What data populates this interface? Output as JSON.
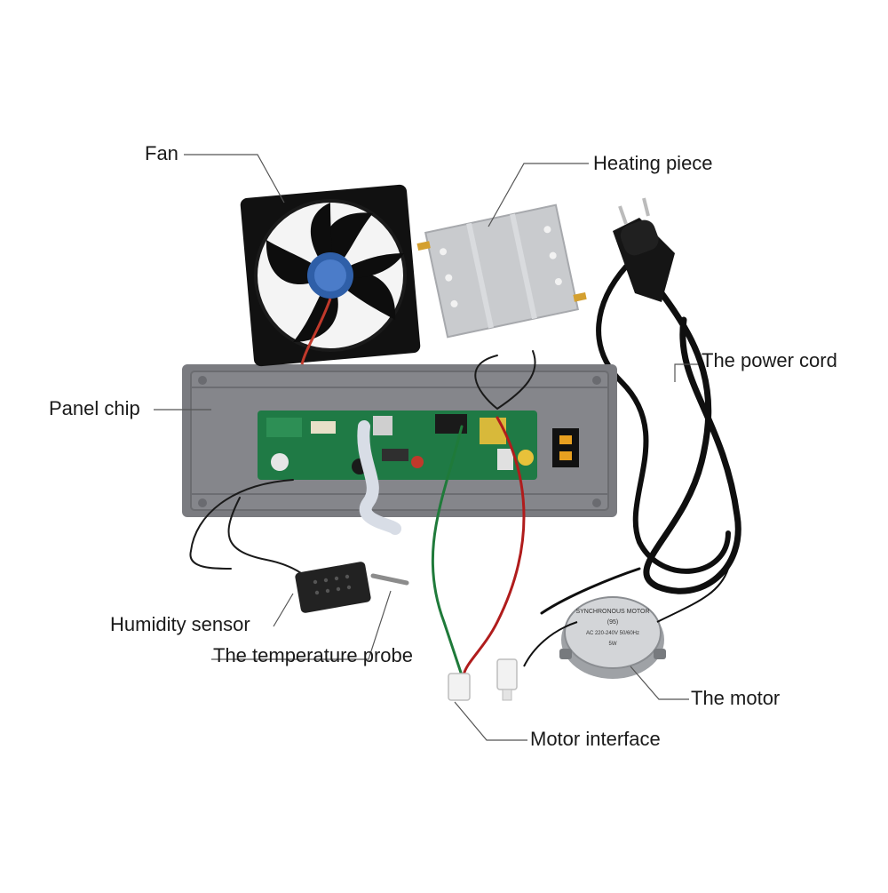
{
  "labels": {
    "fan": "Fan",
    "heating_piece": "Heating piece",
    "power_cord": "The power cord",
    "panel_chip": "Panel chip",
    "humidity_sensor": "Humidity sensor",
    "temperature_probe": "The temperature probe",
    "motor": "The motor",
    "motor_interface": "Motor interface"
  },
  "motor_print": {
    "title": "SYNCHRONOUS MOTOR",
    "badge": "(95)",
    "spec1": "AC 220-240V 50/60Hz",
    "spec2": "5W"
  },
  "colors": {
    "panel": "#7a7b80",
    "pcb": "#1f7a45",
    "fan": "#111111",
    "heater": "#c9cbce",
    "cord": "#0f0f0f",
    "leader": "#555555"
  }
}
